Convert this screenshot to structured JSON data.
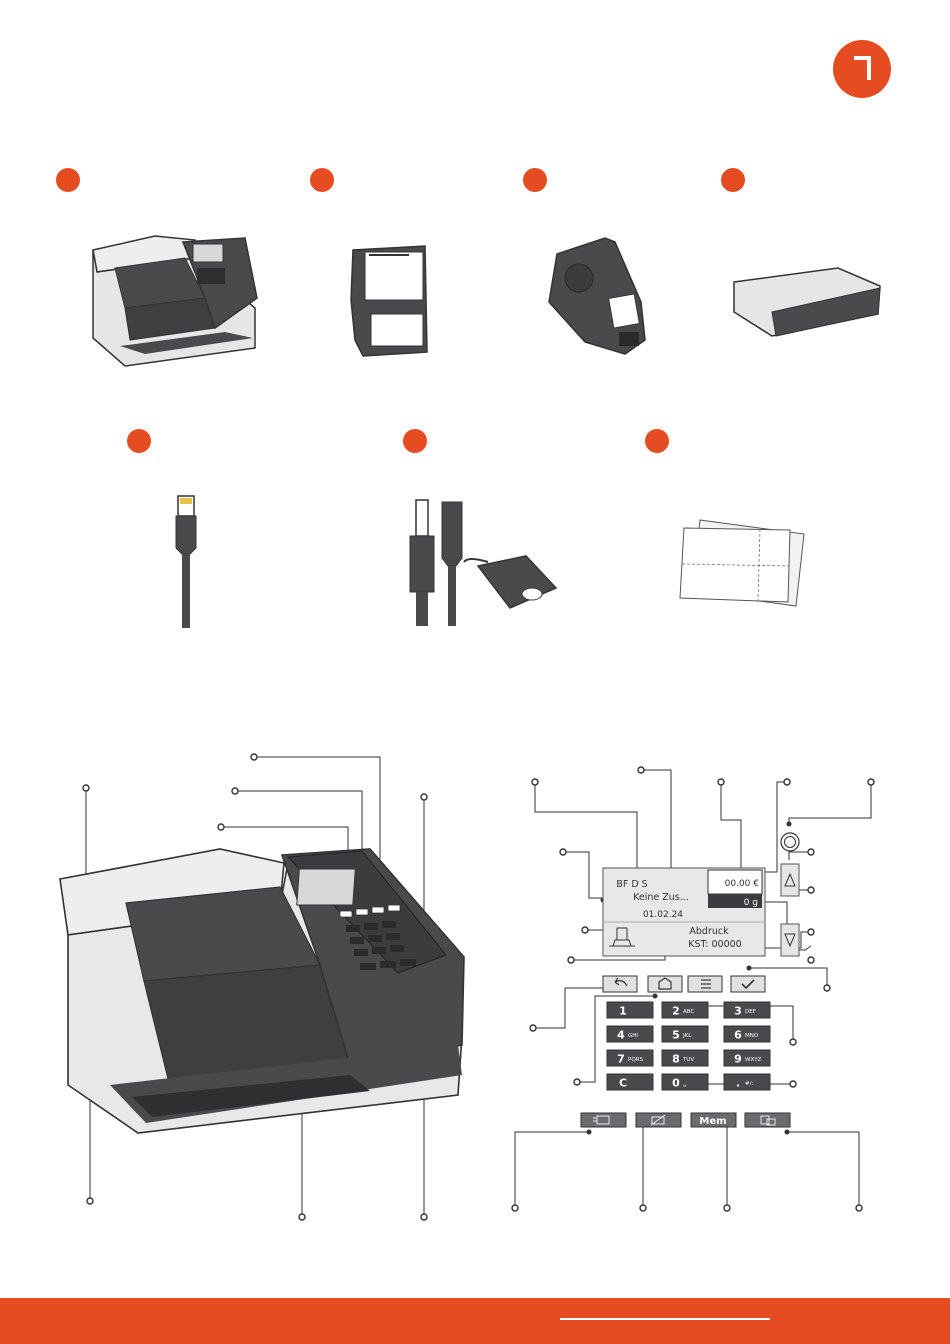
{
  "colors": {
    "accent": "#e54c22",
    "dark": "#4a4a4d",
    "light": "#e6e6e6",
    "line": "#333333"
  },
  "display": {
    "line1": "BF D S",
    "line2": "Keine Zus...",
    "date": "01.02.24",
    "amount": "00.00 €",
    "weight": "0 g",
    "mode": "Abdruck",
    "cost_center": "KST: 00000"
  },
  "nav_keys": [
    {
      "name": "back-key",
      "icon": "undo-arrow-icon"
    },
    {
      "name": "home-key",
      "icon": "home-icon"
    },
    {
      "name": "menu-key",
      "icon": "list-icon"
    },
    {
      "name": "ok-key",
      "icon": "check-icon"
    }
  ],
  "keypad": [
    {
      "digit": "1",
      "letters": ""
    },
    {
      "digit": "2",
      "letters": "ABC"
    },
    {
      "digit": "3",
      "letters": "DEF"
    },
    {
      "digit": "4",
      "letters": "GHI"
    },
    {
      "digit": "5",
      "letters": "JKL"
    },
    {
      "digit": "6",
      "letters": "MNO"
    },
    {
      "digit": "7",
      "letters": "PQRS"
    },
    {
      "digit": "8",
      "letters": "TUV"
    },
    {
      "digit": "9",
      "letters": "WXYZ"
    },
    {
      "digit": "C",
      "letters": ""
    },
    {
      "digit": "0",
      "letters": "␣"
    },
    {
      "digit": ".",
      "letters": "#/:"
    }
  ],
  "function_keys": [
    {
      "label": "",
      "icon": "envelope-stack-icon"
    },
    {
      "label": "",
      "icon": "no-print-icon"
    },
    {
      "label": "Mem",
      "icon": ""
    },
    {
      "label": "",
      "icon": "counter-icon"
    }
  ],
  "components": [
    {
      "icon": "franking-machine-icon"
    },
    {
      "icon": "ink-cartridge-icon"
    },
    {
      "icon": "print-head-icon"
    },
    {
      "icon": "scale-icon"
    },
    {
      "icon": "network-cable-icon"
    },
    {
      "icon": "power-supply-icon"
    },
    {
      "icon": "label-sheets-icon"
    }
  ]
}
